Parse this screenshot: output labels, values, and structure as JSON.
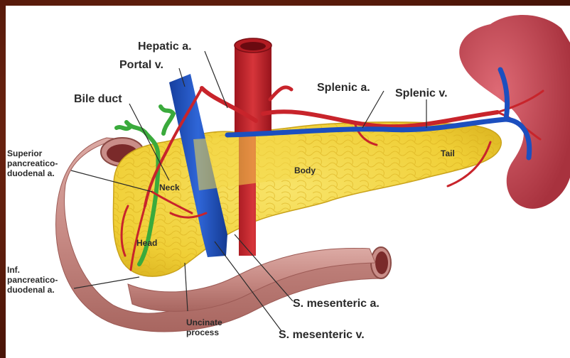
{
  "labels": {
    "hepatic_a": "Hepatic a.",
    "portal_v": "Portal v.",
    "bile_duct": "Bile duct",
    "splenic_a": "Splenic a.",
    "splenic_v": "Splenic v.",
    "superior_1": "Superior",
    "superior_2": "pancreatico-",
    "superior_3": "duodenal a.",
    "inf_1": "Inf.",
    "inf_2": "pancreatico-",
    "inf_3": "duodenal a.",
    "neck": "Neck",
    "body": "Body",
    "tail": "Tail",
    "head": "Head",
    "uncinate_1": "Uncinate",
    "uncinate_2": "process",
    "s_mesenteric_a": "S. mesenteric a.",
    "s_mesenteric_v": "S. mesenteric v."
  },
  "colors": {
    "pancreas": "#f3d23a",
    "artery": "#c8242b",
    "vein": "#1c4fbf",
    "bile_duct": "#3aaa3c",
    "duodenum": "#c98d88",
    "spleen": "#c44a55",
    "frame": "#5a1a0c"
  }
}
